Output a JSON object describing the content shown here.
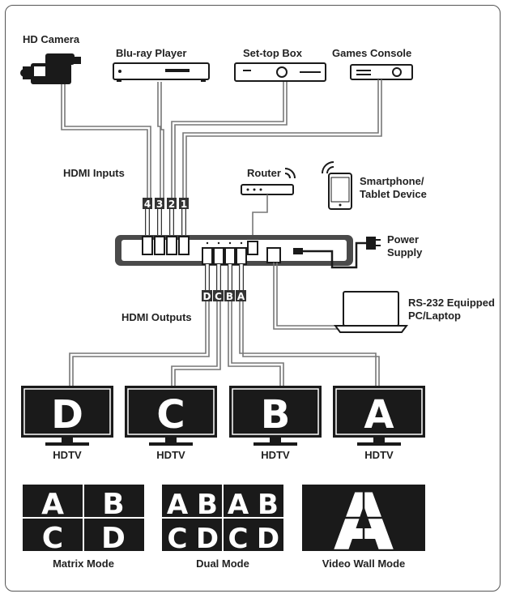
{
  "sources": {
    "hd_camera": "HD Camera",
    "bluray": "Blu-ray Player",
    "settop": "Set-top Box",
    "console": "Games Console"
  },
  "labels": {
    "hdmi_inputs": "HDMI Inputs",
    "hdmi_outputs": "HDMI Outputs",
    "router": "Router",
    "smartphone_line1": "Smartphone/",
    "smartphone_line2": "Tablet Device",
    "power_line1": "Power",
    "power_line2": "Supply",
    "rs232_line1": "RS-232 Equipped",
    "rs232_line2": "PC/Laptop"
  },
  "input_ports": [
    "4",
    "3",
    "2",
    "1"
  ],
  "output_ports": [
    "D",
    "C",
    "B",
    "A"
  ],
  "displays": [
    {
      "letter": "D",
      "label": "HDTV"
    },
    {
      "letter": "C",
      "label": "HDTV"
    },
    {
      "letter": "B",
      "label": "HDTV"
    },
    {
      "letter": "A",
      "label": "HDTV"
    }
  ],
  "modes": {
    "matrix": {
      "label": "Matrix Mode",
      "cells": [
        "A",
        "B",
        "C",
        "D"
      ]
    },
    "dual": {
      "label": "Dual Mode",
      "cells": [
        "A",
        "B",
        "A",
        "B",
        "C",
        "D",
        "C",
        "D"
      ]
    },
    "videowall": {
      "label": "Video Wall Mode",
      "letter": "A"
    }
  },
  "colors": {
    "dark": "#1a1a1a",
    "cable": "#777777",
    "line": "#444444"
  }
}
